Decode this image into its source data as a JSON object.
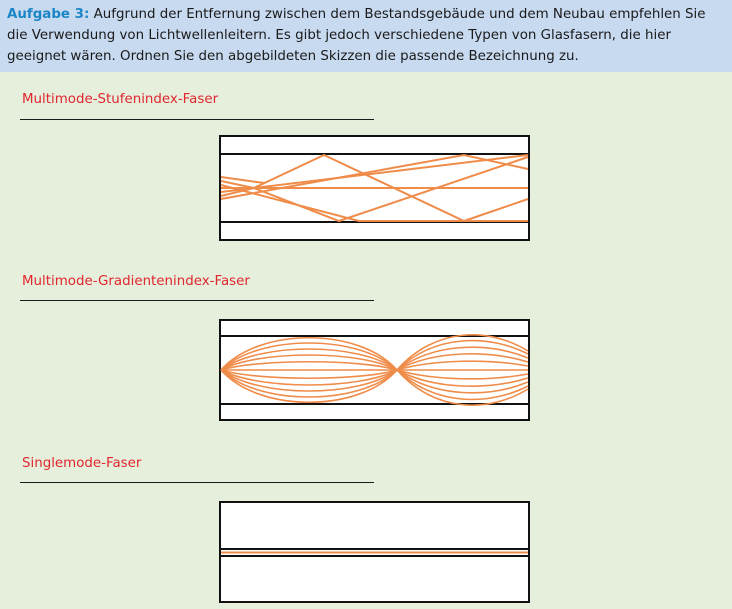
{
  "task": {
    "label": "Aufgabe 3:",
    "text": "Aufgrund der Entfernung zwischen dem Bestandsgebäude und dem Neubau empfehlen Sie die Verwendung von Lichtwellenleitern. Es gibt jedoch verschiedene Typen von Glasfasern, die hier geeignet wären. Ordnen Sie den abgebildeten Skizzen die passende Bezeichnung zu."
  },
  "fibers": [
    {
      "label": "Multimode-Stufenindex-Faser",
      "sketch": "step-index"
    },
    {
      "label": "Multimode-Gradientenindex-Faser",
      "sketch": "graded-index"
    },
    {
      "label": "Singlemode-Faser",
      "sketch": "single-mode"
    }
  ],
  "colors": {
    "header_bg": "#c8daf0",
    "task_label": "#1b86c6",
    "panel_bg": "#e6efdc",
    "answer_text": "#e0262e",
    "light_ray": "#ef8c4a"
  }
}
